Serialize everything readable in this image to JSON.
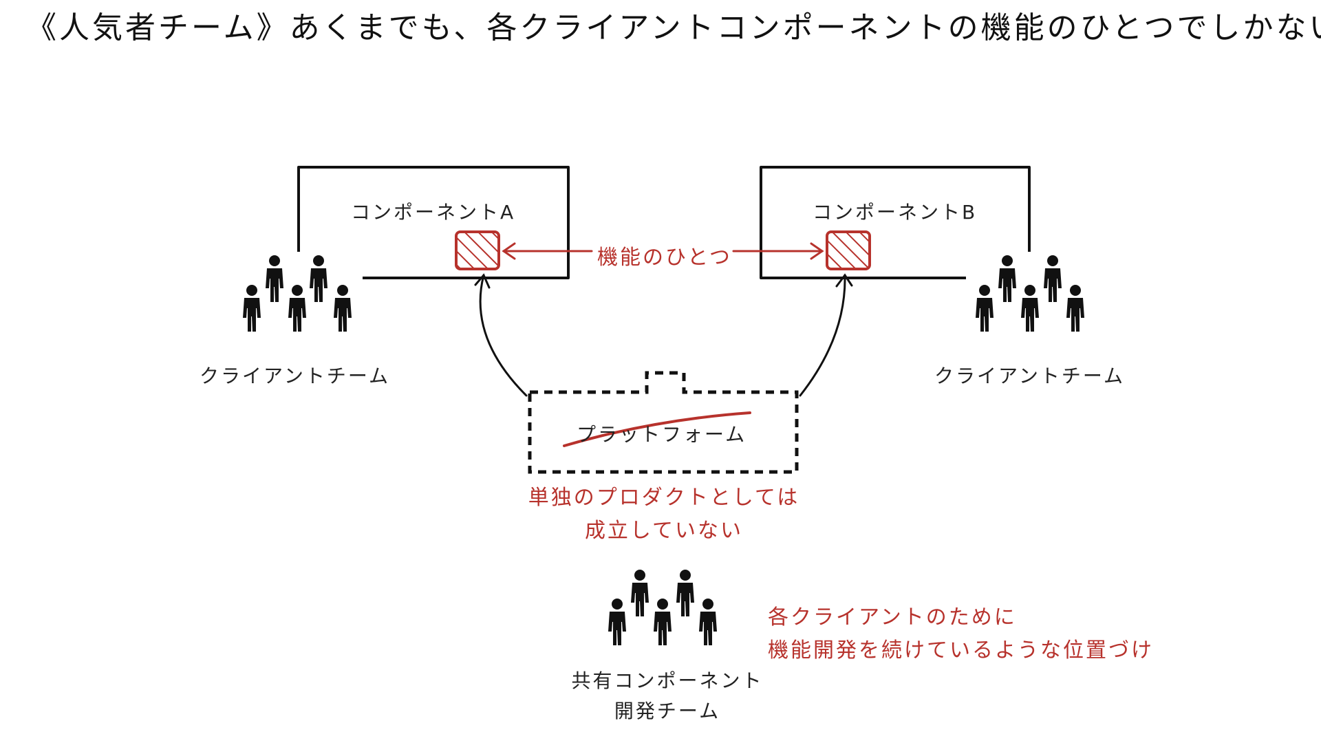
{
  "slide": {
    "title": "《人気者チーム》あくまでも、各クライアントコンポーネントの機能のひとつでしかない"
  },
  "components": {
    "a_label": "コンポーネントA",
    "b_label": "コンポーネントB"
  },
  "feature_label": "機能のひとつ",
  "teams": {
    "client_left": "クライアントチーム",
    "client_right": "クライアントチーム",
    "shared_line1": "共有コンポーネント",
    "shared_line2": "開発チーム"
  },
  "platform": {
    "label": "プラットフォーム",
    "note_line1": "単独のプロダクトとしては",
    "note_line2": "成立していない"
  },
  "shared_note": {
    "line1": "各クライアントのために",
    "line2": "機能開発を続けているような位置づけ"
  },
  "colors": {
    "accent_red": "#b7322c",
    "ink": "#111111"
  }
}
